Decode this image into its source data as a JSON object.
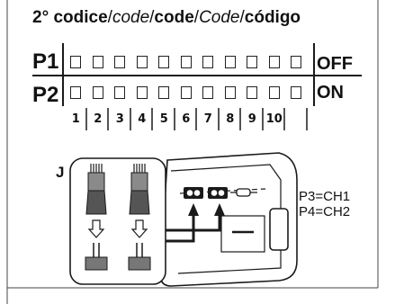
{
  "title": {
    "prefix": "2°",
    "parts": [
      {
        "text": "codice",
        "style": "bold"
      },
      {
        "text": "/",
        "style": "normal"
      },
      {
        "text": "code",
        "style": "italic"
      },
      {
        "text": "/",
        "style": "normal"
      },
      {
        "text": "code",
        "style": "bold"
      },
      {
        "text": "/",
        "style": "normal"
      },
      {
        "text": "Code",
        "style": "italic"
      },
      {
        "text": "/",
        "style": "normal"
      },
      {
        "text": "código",
        "style": "bold"
      }
    ]
  },
  "rows": [
    {
      "label": "P1",
      "state": "OFF"
    },
    {
      "label": "P2",
      "state": "ON"
    }
  ],
  "switch_numbers": [
    "1",
    "2",
    "3",
    "4",
    "5",
    "6",
    "7",
    "8",
    "9",
    "10"
  ],
  "jumper_label": "J",
  "channels": [
    "P3=CH1",
    "P4=CH2"
  ],
  "colors": {
    "line": "#1a1a1a",
    "panel": "#ffffff",
    "shade": "#cfcfcf"
  }
}
